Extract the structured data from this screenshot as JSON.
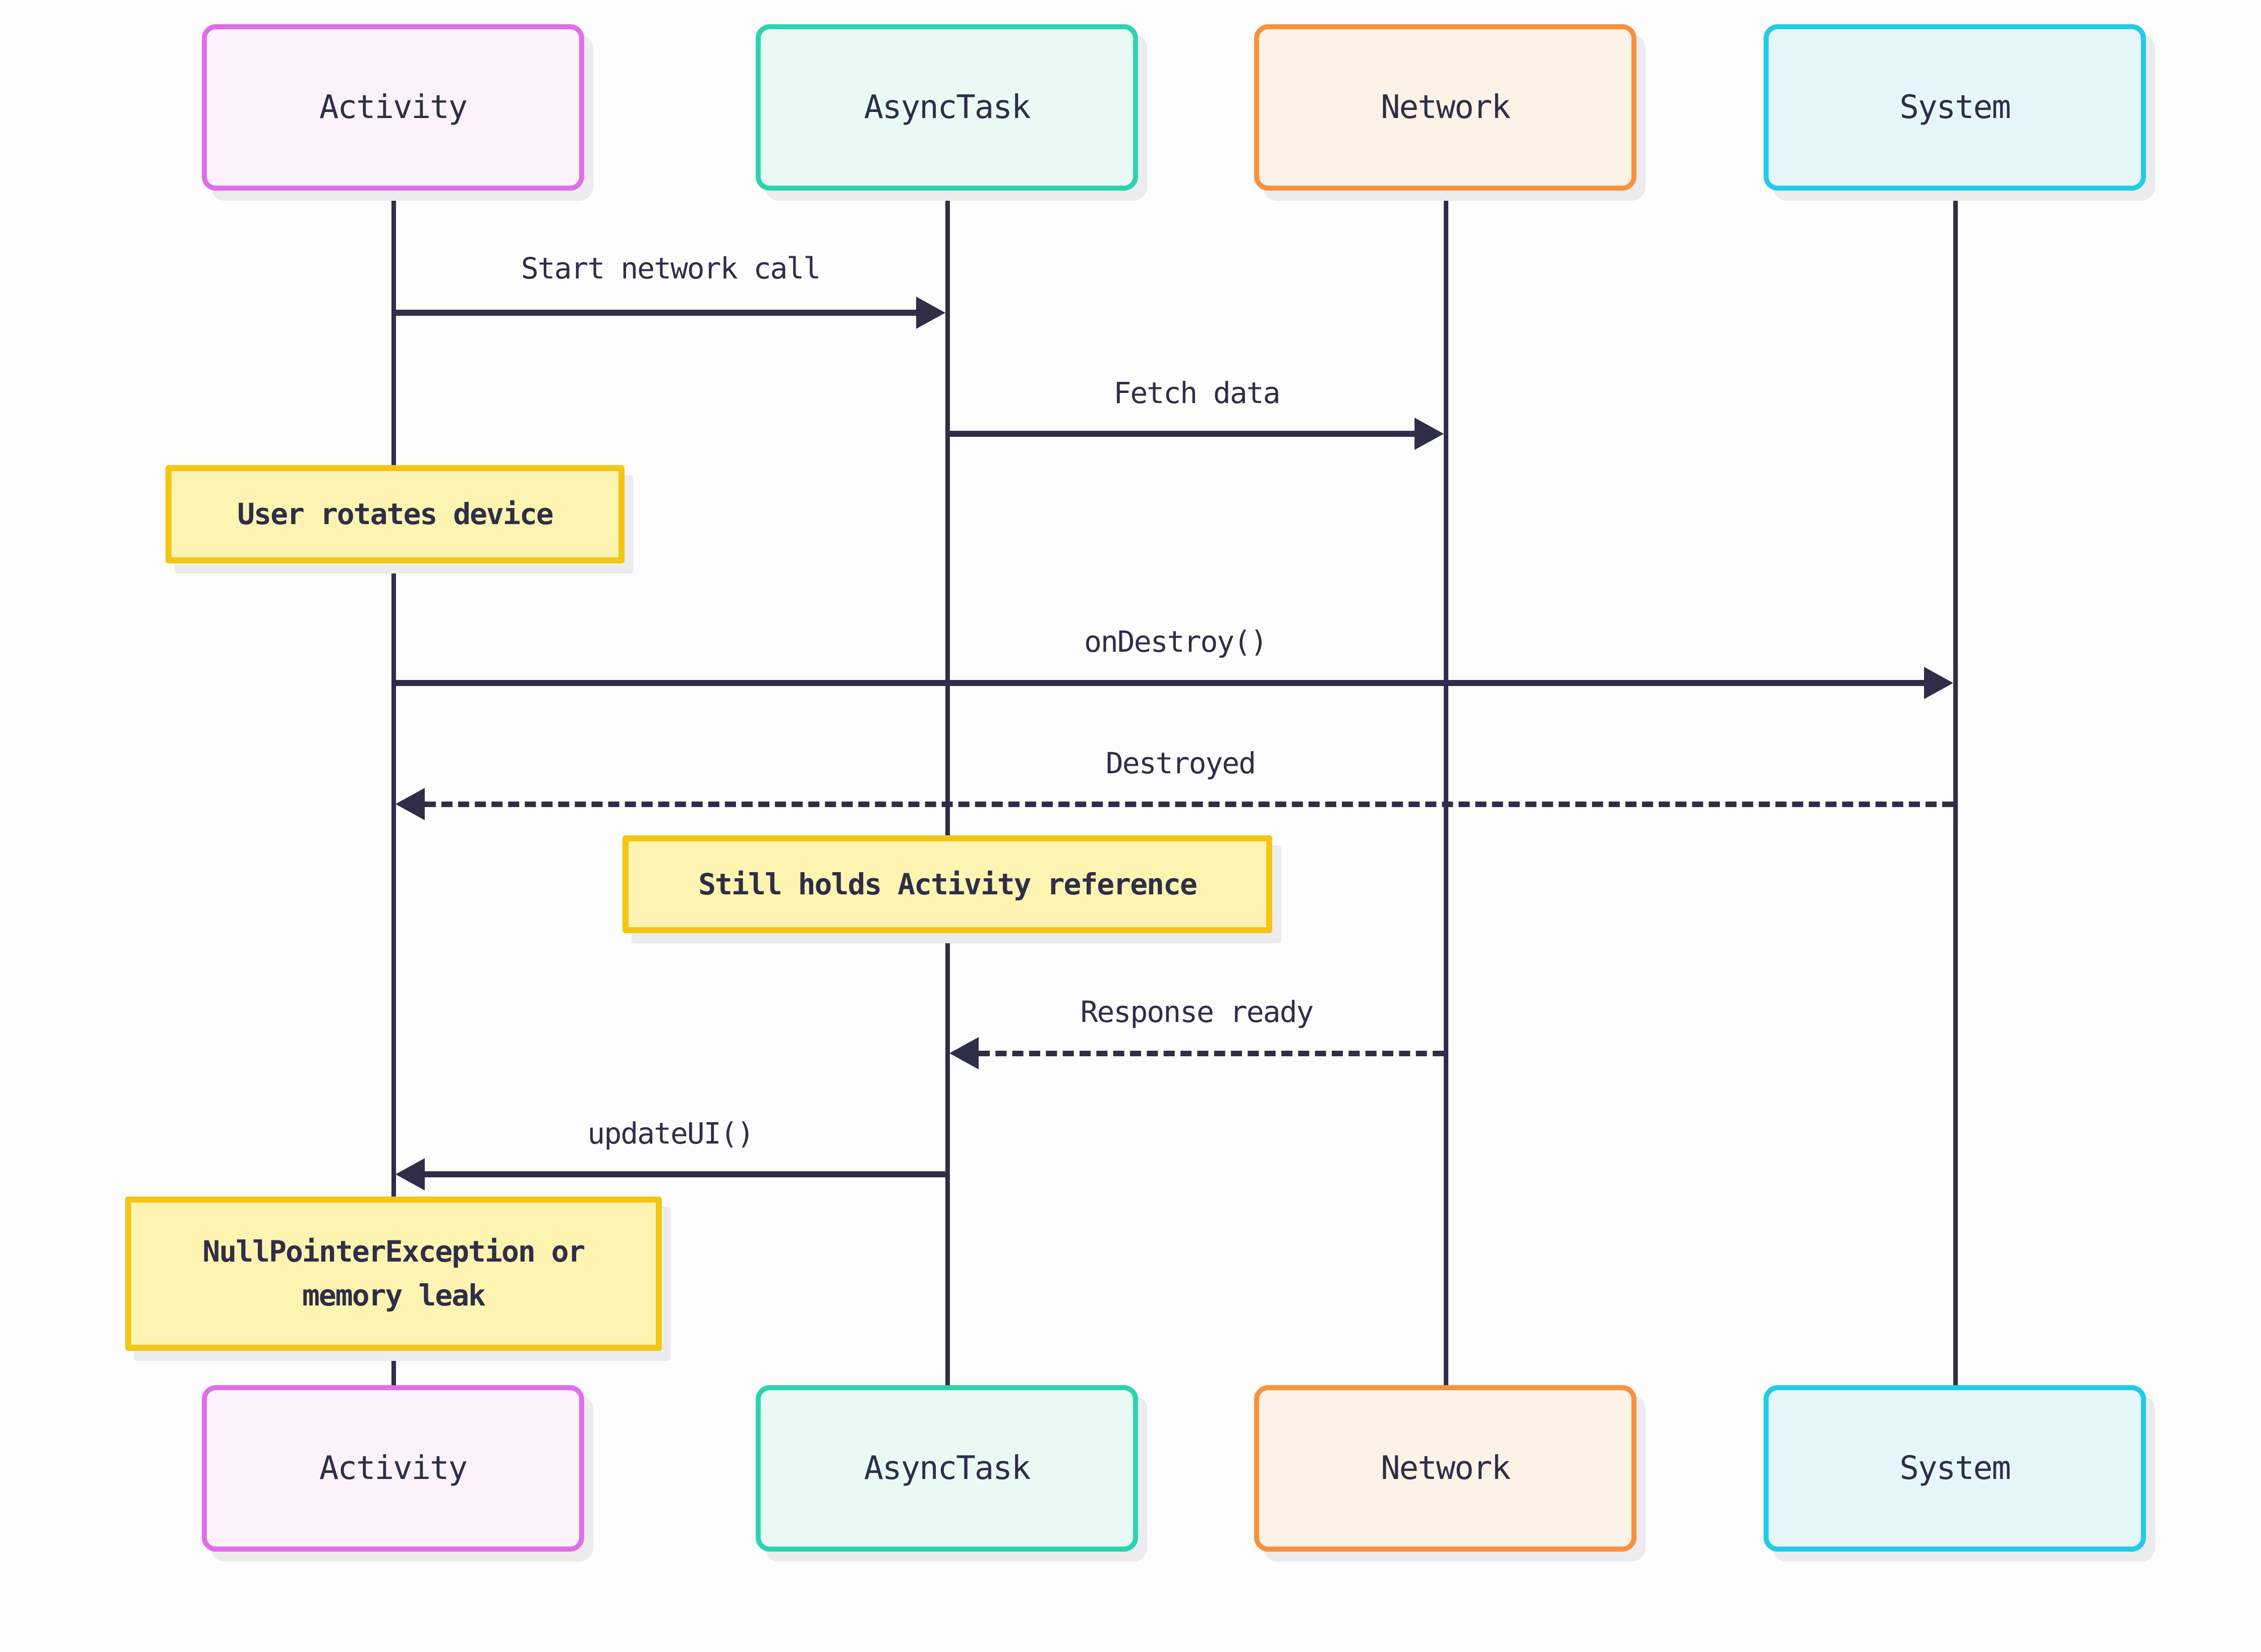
{
  "diagram": {
    "type": "sequence-diagram",
    "background": "#fdfdfe",
    "line_color": "#2e2e48",
    "shadow_color": "#ececee"
  },
  "actors": [
    {
      "id": "activity",
      "label": "Activity",
      "border": "#df6ee9",
      "fill": "#fbf2fc"
    },
    {
      "id": "asynctask",
      "label": "AsyncTask",
      "border": "#2dd3ae",
      "fill": "#e9faf5"
    },
    {
      "id": "network",
      "label": "Network",
      "border": "#f6923f",
      "fill": "#fdf2e6"
    },
    {
      "id": "system",
      "label": "System",
      "border": "#22cbe8",
      "fill": "#e6f7fc"
    }
  ],
  "messages": [
    {
      "label": "Start network call",
      "from": "Activity",
      "to": "AsyncTask",
      "style": "solid"
    },
    {
      "label": "Fetch data",
      "from": "AsyncTask",
      "to": "Network",
      "style": "solid"
    },
    {
      "label": "onDestroy()",
      "from": "Activity",
      "to": "System",
      "style": "solid"
    },
    {
      "label": "Destroyed",
      "from": "System",
      "to": "Activity",
      "style": "dotted"
    },
    {
      "label": "Response ready",
      "from": "Network",
      "to": "AsyncTask",
      "style": "dotted"
    },
    {
      "label": "updateUI()",
      "from": "AsyncTask",
      "to": "Activity",
      "style": "solid"
    }
  ],
  "notes": [
    {
      "text": "User rotates device",
      "over": "Activity"
    },
    {
      "text": "Still holds Activity reference",
      "over": "AsyncTask"
    },
    {
      "text": "NullPointerException or memory leak",
      "over": "Activity"
    }
  ],
  "note_style": {
    "border": "#f5c515",
    "fill": "#fcf4b0"
  }
}
